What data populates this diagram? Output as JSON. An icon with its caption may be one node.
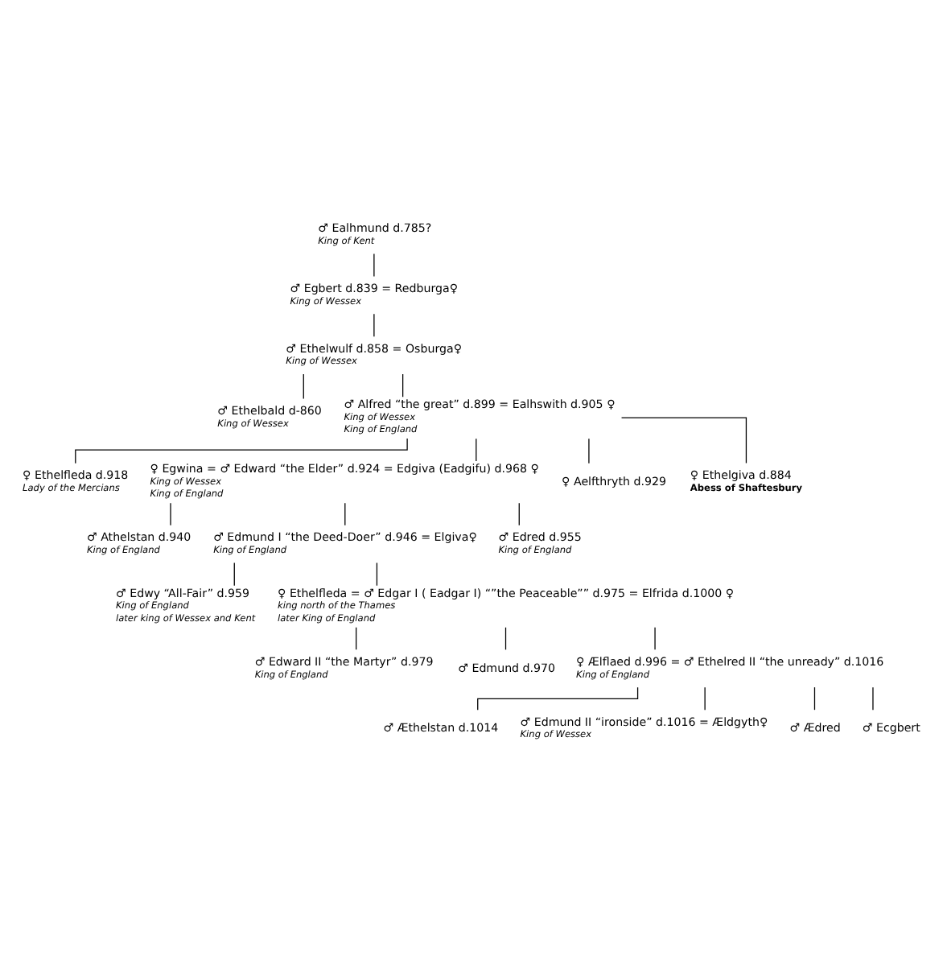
{
  "diagram": {
    "nodes": [
      {
        "text": [
          "♂ Ealhmund d.785?",
          "King of Kent"
        ]
      },
      {
        "text": [
          "♂ Egbert d.839 = Redburga♀",
          "King of Wessex"
        ]
      },
      {
        "text": [
          "♂ Ethelwulf d.858 = Osburga♀",
          "King of Wessex"
        ]
      },
      {
        "text": [
          "♂ Ethelbald d-860",
          "King of Wessex"
        ]
      },
      {
        "text": [
          "♂ Alfred “the great” d.899 = Ealhswith d.905 ♀",
          "King of Wessex",
          "King of England"
        ]
      },
      {
        "text": [
          "♀ Ethelfleda d.918",
          "Lady of the Mercians"
        ]
      },
      {
        "text": [
          "♀ Egwina = ♂ Edward “the Elder” d.924 = Edgiva (Eadgifu) d.968 ♀",
          "King of Wessex",
          "King of England"
        ]
      },
      {
        "text": [
          "♀ Aelfthryth d.929"
        ]
      },
      {
        "text": [
          "♀ Ethelgiva d.884",
          "Abess of Shaftesbury"
        ]
      },
      {
        "text": [
          "♂ Athelstan d.940",
          "King of England"
        ]
      },
      {
        "text": [
          "♂ Edmund I “the Deed-Doer” d.946 = Elgiva♀",
          "King of England"
        ]
      },
      {
        "text": [
          "♂ Edred d.955",
          "King of England"
        ]
      },
      {
        "text": [
          "♂ Edwy “All-Fair” d.959",
          "King of England",
          "later king of Wessex and Kent"
        ]
      },
      {
        "text": [
          "♀ Ethelfleda = ♂ Edgar I ( Eadgar I) “”the Peaceable”” d.975 = Elfrida d.1000 ♀",
          "king north of the Thames",
          "later King of England"
        ]
      },
      {
        "text": [
          "♂ Edward II “the Martyr” d.979",
          "King of England"
        ]
      },
      {
        "text": [
          "♂ Edmund d.970"
        ]
      },
      {
        "text": [
          "♀ Ælflaed d.996 = ♂ Ethelred II “the unready” d.1016",
          "King of England"
        ]
      },
      {
        "text": [
          "♂ Æthelstan d.1014"
        ]
      },
      {
        "text": [
          "♂ Edmund II “ironside” d.1016 = Ældgyth♀",
          "King of Wessex"
        ]
      },
      {
        "text": [
          "♂ Ædred"
        ]
      },
      {
        "text": [
          "♂ Ecgbert"
        ]
      }
    ],
    "edges": [
      {
        "from": 0,
        "to": 1,
        "arrow": "none"
      },
      {
        "from": 1,
        "to": 2,
        "arrow": "none"
      },
      {
        "from": 2,
        "to": 3,
        "arrow": "none"
      },
      {
        "from": 2,
        "to": 4,
        "arrow": "none"
      },
      {
        "from": 4,
        "to": 5,
        "arrow": "none"
      },
      {
        "from": 4,
        "to": 6,
        "arrow": "none"
      },
      {
        "from": 4,
        "to": 7,
        "arrow": "none"
      },
      {
        "from": 4,
        "to": 8,
        "arrow": "none"
      },
      {
        "from": 6,
        "to": 9,
        "arrow": "none"
      },
      {
        "from": 6,
        "to": 10,
        "arrow": "none"
      },
      {
        "from": 6,
        "to": 11,
        "arrow": "none"
      },
      {
        "from": 10,
        "to": 12,
        "arrow": "none"
      },
      {
        "from": 10,
        "to": 13,
        "arrow": "none"
      },
      {
        "from": 13,
        "to": 14,
        "arrow": "none"
      },
      {
        "from": 13,
        "to": 15,
        "arrow": "none"
      },
      {
        "from": 13,
        "to": 16,
        "arrow": "none"
      },
      {
        "from": 16,
        "to": 17,
        "arrow": "none"
      },
      {
        "from": 16,
        "to": 18,
        "arrow": "none"
      },
      {
        "from": 16,
        "to": 19,
        "arrow": "none"
      },
      {
        "from": 16,
        "to": 20,
        "arrow": "none"
      }
    ]
  }
}
